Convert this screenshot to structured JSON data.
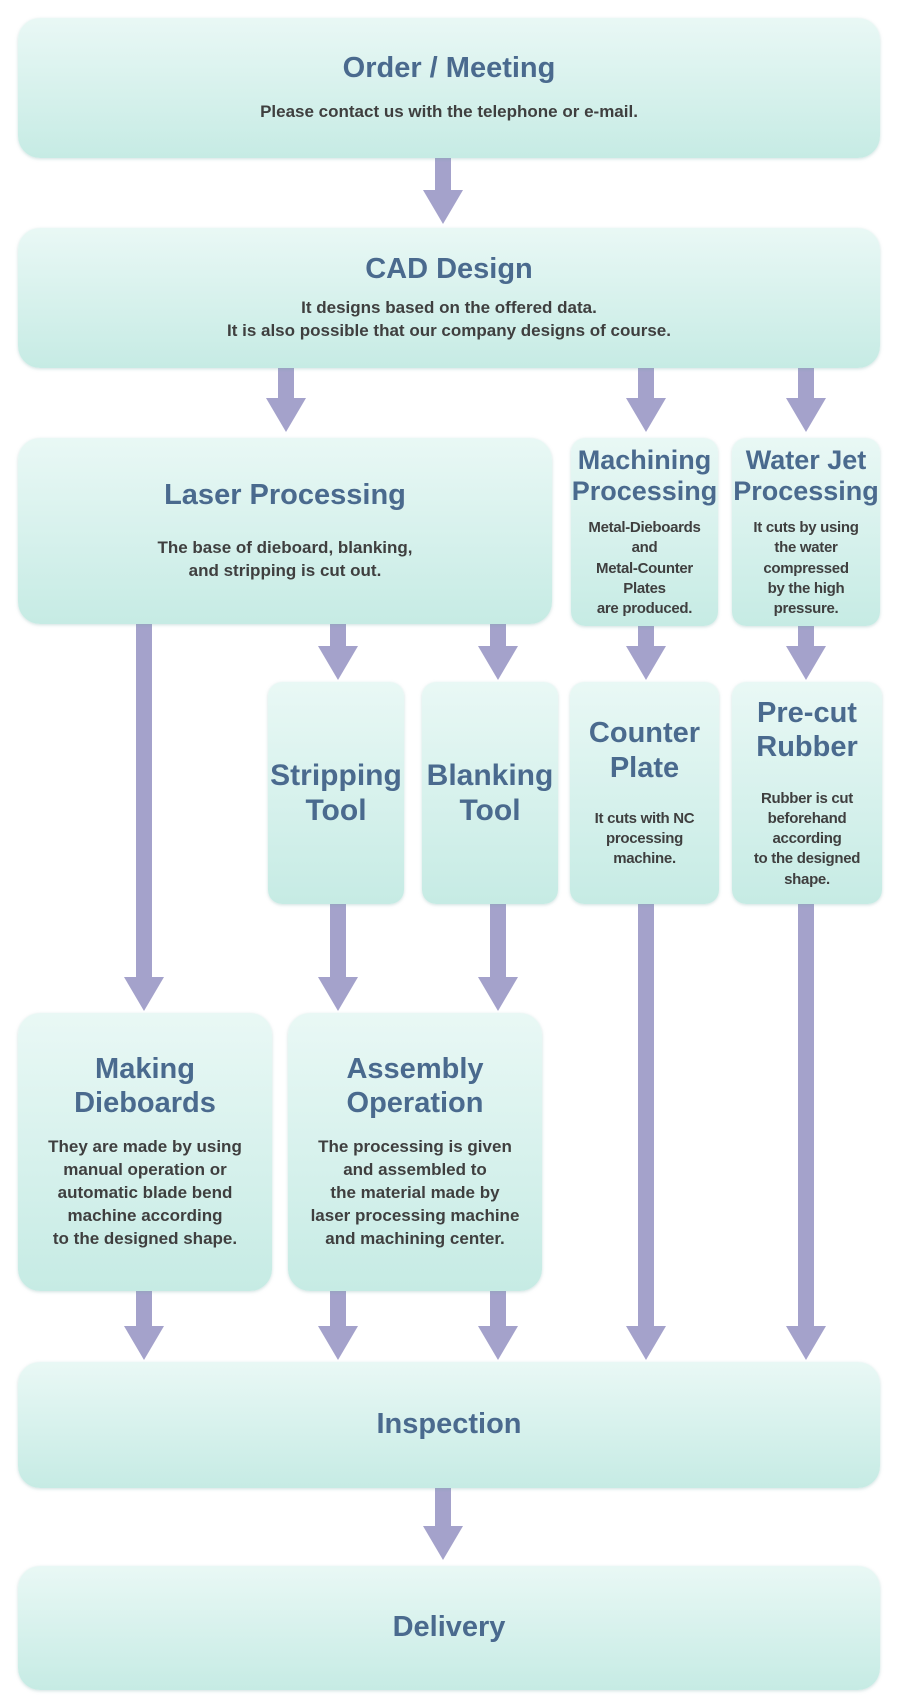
{
  "colors": {
    "box_top": "#e9f8f5",
    "box_bottom": "#c6ebe4",
    "title": "#4a6a8e",
    "text": "#3f3f3f",
    "arrow": "#a4a2cb"
  },
  "steps": {
    "order": {
      "title": "Order / Meeting",
      "desc": "Please contact us with the telephone or e-mail."
    },
    "cad": {
      "title": "CAD Design",
      "desc": "It designs based on the offered data.\nIt is also possible that our company designs of course."
    },
    "laser": {
      "title": "Laser Processing",
      "desc": "The base of dieboard, blanking,\nand stripping is cut out."
    },
    "machining": {
      "title": "Machining\nProcessing",
      "desc": "Metal-Dieboards and\nMetal-Counter Plates\nare produced."
    },
    "waterjet": {
      "title": "Water Jet\nProcessing",
      "desc": "It cuts by using\nthe water compressed\nby the high pressure."
    },
    "stripping": {
      "title": "Stripping\nTool"
    },
    "blanking": {
      "title": "Blanking\nTool"
    },
    "counter": {
      "title": "Counter\nPlate",
      "desc": "It cuts with NC\nprocessing machine."
    },
    "precut": {
      "title": "Pre-cut\nRubber",
      "desc": "Rubber is cut\nbeforehand according\nto the designed shape."
    },
    "dieboards": {
      "title": "Making Dieboards",
      "desc": "They are made by using\nmanual operation or\nautomatic blade bend\nmachine according\nto the designed shape."
    },
    "assembly": {
      "title": "Assembly Operation",
      "desc": "The processing is given\nand assembled to\nthe material made by\nlaser processing machine\nand machining center."
    },
    "inspection": {
      "title": "Inspection"
    },
    "delivery": {
      "title": "Delivery"
    }
  }
}
